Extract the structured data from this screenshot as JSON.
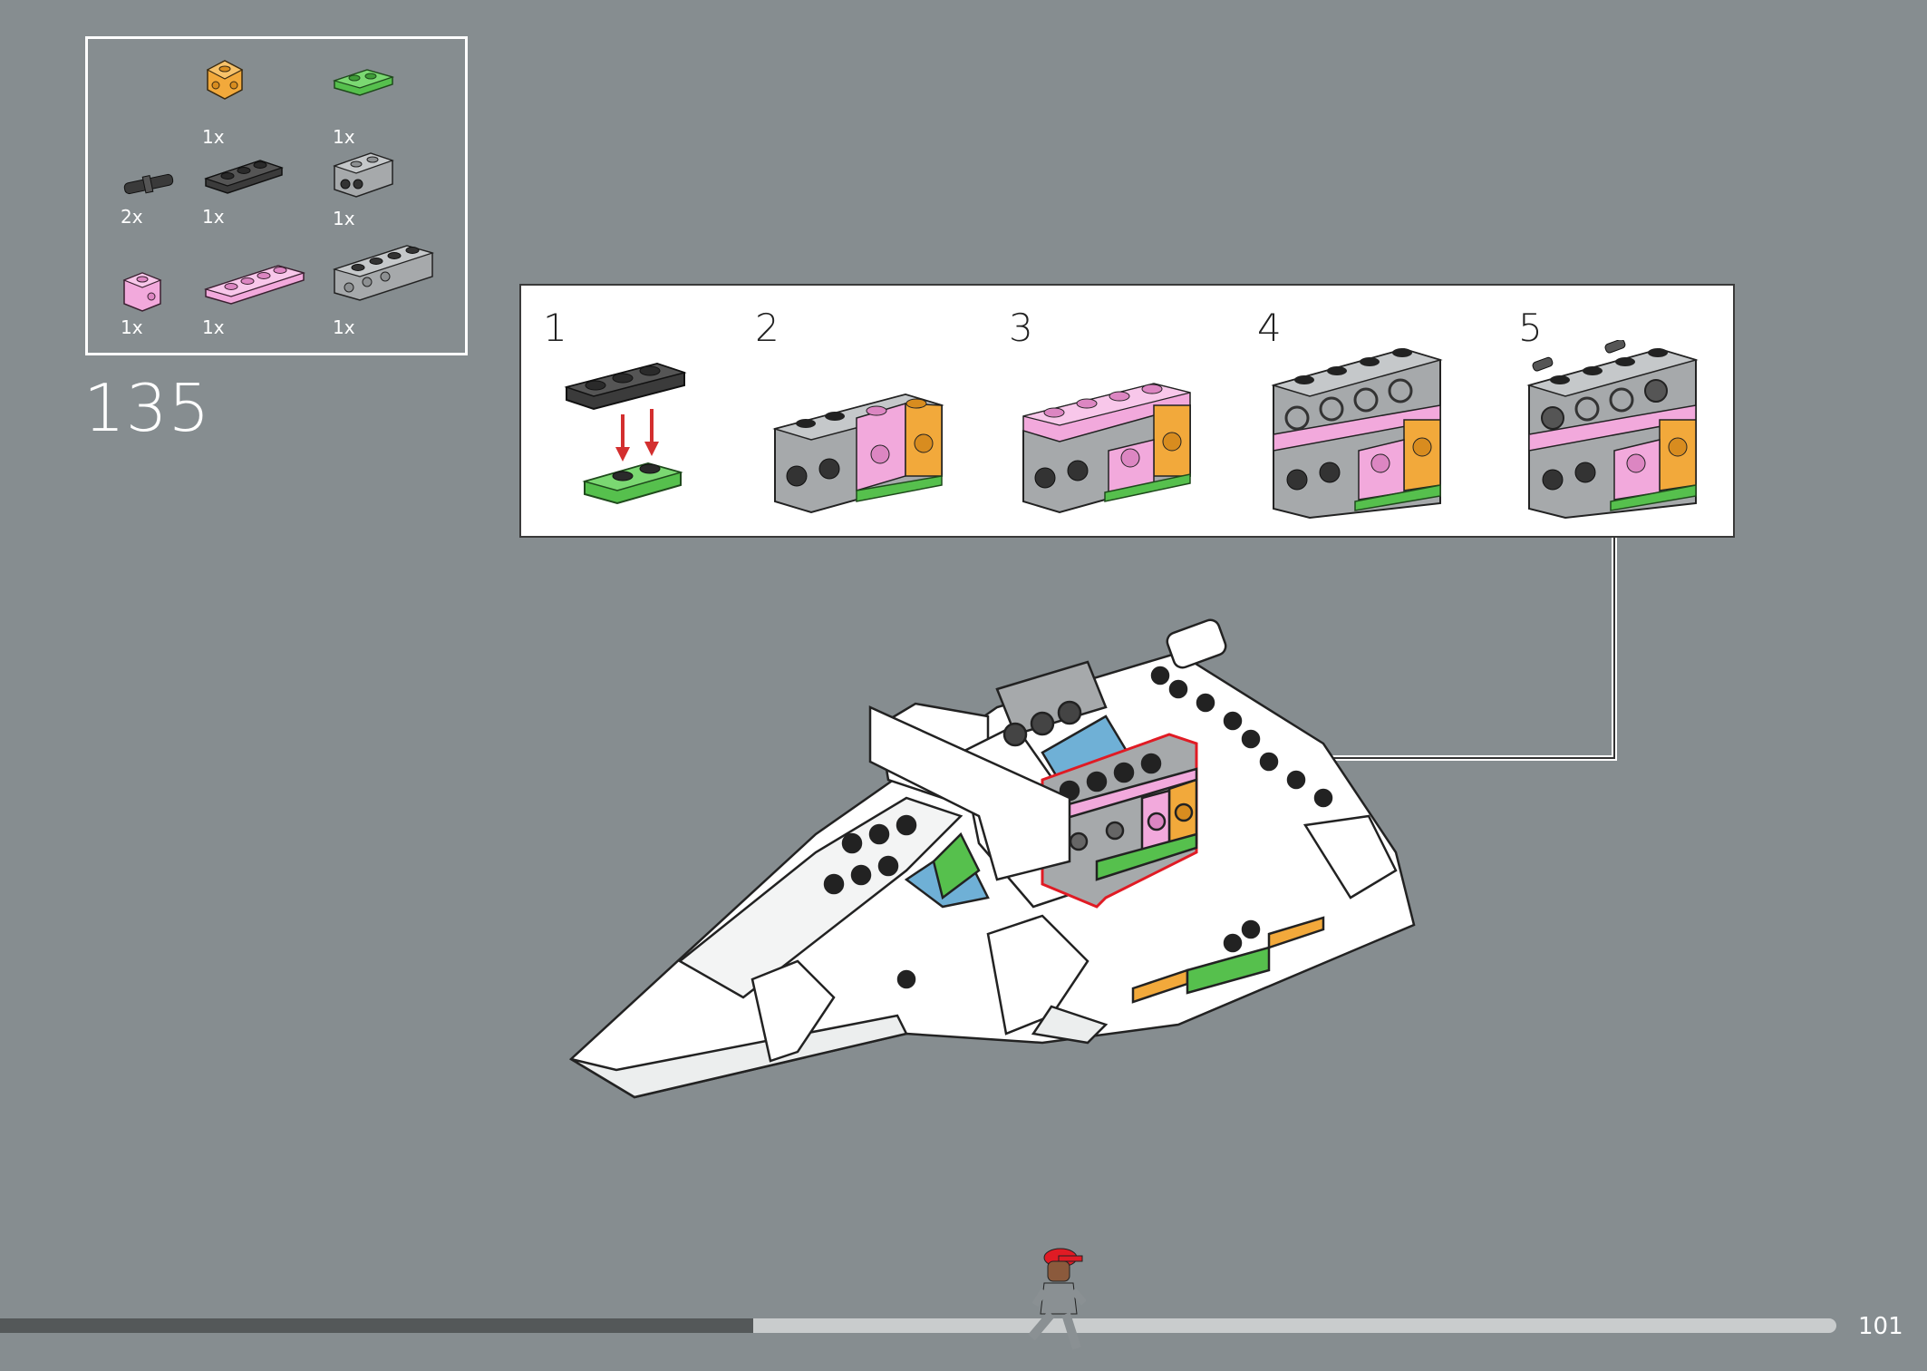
{
  "step": {
    "number": "135"
  },
  "parts_list": [
    {
      "name": "orange-brick-1x1-studs-sides",
      "color": "#f2a93b",
      "qty": "1x"
    },
    {
      "name": "green-plate-1x2",
      "color": "#56c04d",
      "qty": "1x"
    },
    {
      "name": "black-pin",
      "color": "#3a3a3a",
      "qty": "2x"
    },
    {
      "name": "black-plate-1x3",
      "color": "#3b3b3b",
      "qty": "1x"
    },
    {
      "name": "gray-technic-brick-1x2",
      "color": "#a6a9ab",
      "qty": "1x"
    },
    {
      "name": "pink-brick-1x1-stud-side",
      "color": "#f2a9dc",
      "qty": "1x"
    },
    {
      "name": "pink-plate-1x4",
      "color": "#f2a9dc",
      "qty": "1x"
    },
    {
      "name": "gray-technic-brick-1x4",
      "color": "#a6a9ab",
      "qty": "1x"
    }
  ],
  "sub_steps": [
    {
      "label": "1"
    },
    {
      "label": "2"
    },
    {
      "label": "3"
    },
    {
      "label": "4"
    },
    {
      "label": "5"
    }
  ],
  "progress": {
    "fraction": 0.41
  },
  "page": {
    "number": "101"
  },
  "colors": {
    "background": "#868d90",
    "highlight": "#e01b24",
    "arrow": "#d32f2f"
  }
}
